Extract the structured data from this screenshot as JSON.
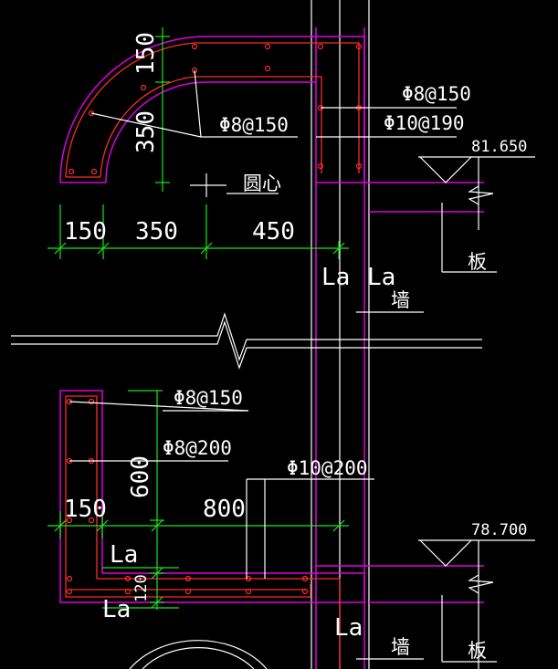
{
  "colors": {
    "background": "#000000",
    "text": "#ffffff",
    "dimension": "#19e619",
    "outline": "#e000e0",
    "rebar": "#ff2a2a"
  },
  "top_detail": {
    "dim_arc_150": "150",
    "dim_arc_350": "350",
    "rebar_label_arc": "Φ8@150",
    "center_label": "圆心",
    "dim_bottom_150": "150",
    "dim_bottom_350": "350",
    "dim_bottom_450": "450",
    "rebar_label_1": "Φ8@150",
    "rebar_label_2": "Φ10@190",
    "elevation": "81.650",
    "la_1": "La",
    "la_2": "La",
    "wall": "墙",
    "slab": "板"
  },
  "bottom_detail": {
    "rebar_label_1": "Φ8@150",
    "rebar_label_2": "Φ8@200",
    "rebar_label_3": "Φ10@200",
    "dim_600": "600",
    "dim_150": "150",
    "dim_800": "800",
    "dim_120": "120",
    "la_1": "La",
    "la_2": "La",
    "la_3": "La",
    "elevation": "78.700",
    "wall": "墙",
    "slab": "板"
  }
}
